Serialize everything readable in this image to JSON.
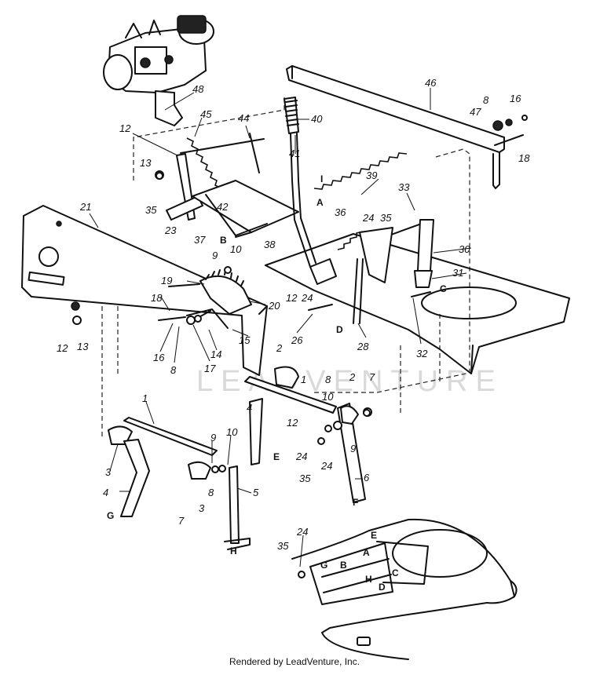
{
  "callouts": {
    "c46": "46",
    "c8a": "8",
    "c16a": "16",
    "c47": "47",
    "c18a": "18",
    "c40": "40",
    "c41": "41",
    "c48": "48",
    "c45": "45",
    "c44": "44",
    "c12a": "12",
    "c13a": "13",
    "c35a": "35",
    "c23": "23",
    "c42": "42",
    "c37": "37",
    "c38": "38",
    "c9a": "9",
    "c10a": "10",
    "c39": "39",
    "c33": "33",
    "c36": "36",
    "c24a": "24",
    "c35b": "35",
    "c30": "30",
    "c31": "31",
    "c32": "32",
    "c21": "21",
    "c19": "19",
    "c20": "20",
    "c18b": "18",
    "c12b": "12",
    "c13b": "13",
    "c16b": "16",
    "c8b": "8",
    "c17": "17",
    "c14": "14",
    "c15": "15",
    "c12c": "12",
    "c24b": "24",
    "c26": "26",
    "c28": "28",
    "c2a": "2",
    "c1a": "1",
    "c4a": "4",
    "c8c": "8",
    "c10b": "10",
    "c2b": "2",
    "c7a": "7",
    "c12d": "12",
    "c24c": "24",
    "c9b": "9",
    "c35c": "35",
    "c24d": "24",
    "c6": "6",
    "c1b": "1",
    "c3a": "3",
    "c9c": "9",
    "c10c": "10",
    "c8d": "8",
    "c3b": "3",
    "c7b": "7",
    "c4b": "4",
    "c5": "5",
    "c24e": "24",
    "c35d": "35"
  },
  "letters": {
    "lI": "I",
    "lA": "A",
    "lB": "B",
    "lC": "C",
    "lD": "D",
    "lE": "E",
    "lF": "F",
    "lG": "G",
    "lH": "H",
    "lE2": "E",
    "lA2": "A",
    "lG2": "G",
    "lB2": "B",
    "lH2": "H",
    "lC2": "C",
    "lD2": "D"
  },
  "watermark": "LEADVENTURE",
  "footer": "Rendered by LeadVenture, Inc."
}
